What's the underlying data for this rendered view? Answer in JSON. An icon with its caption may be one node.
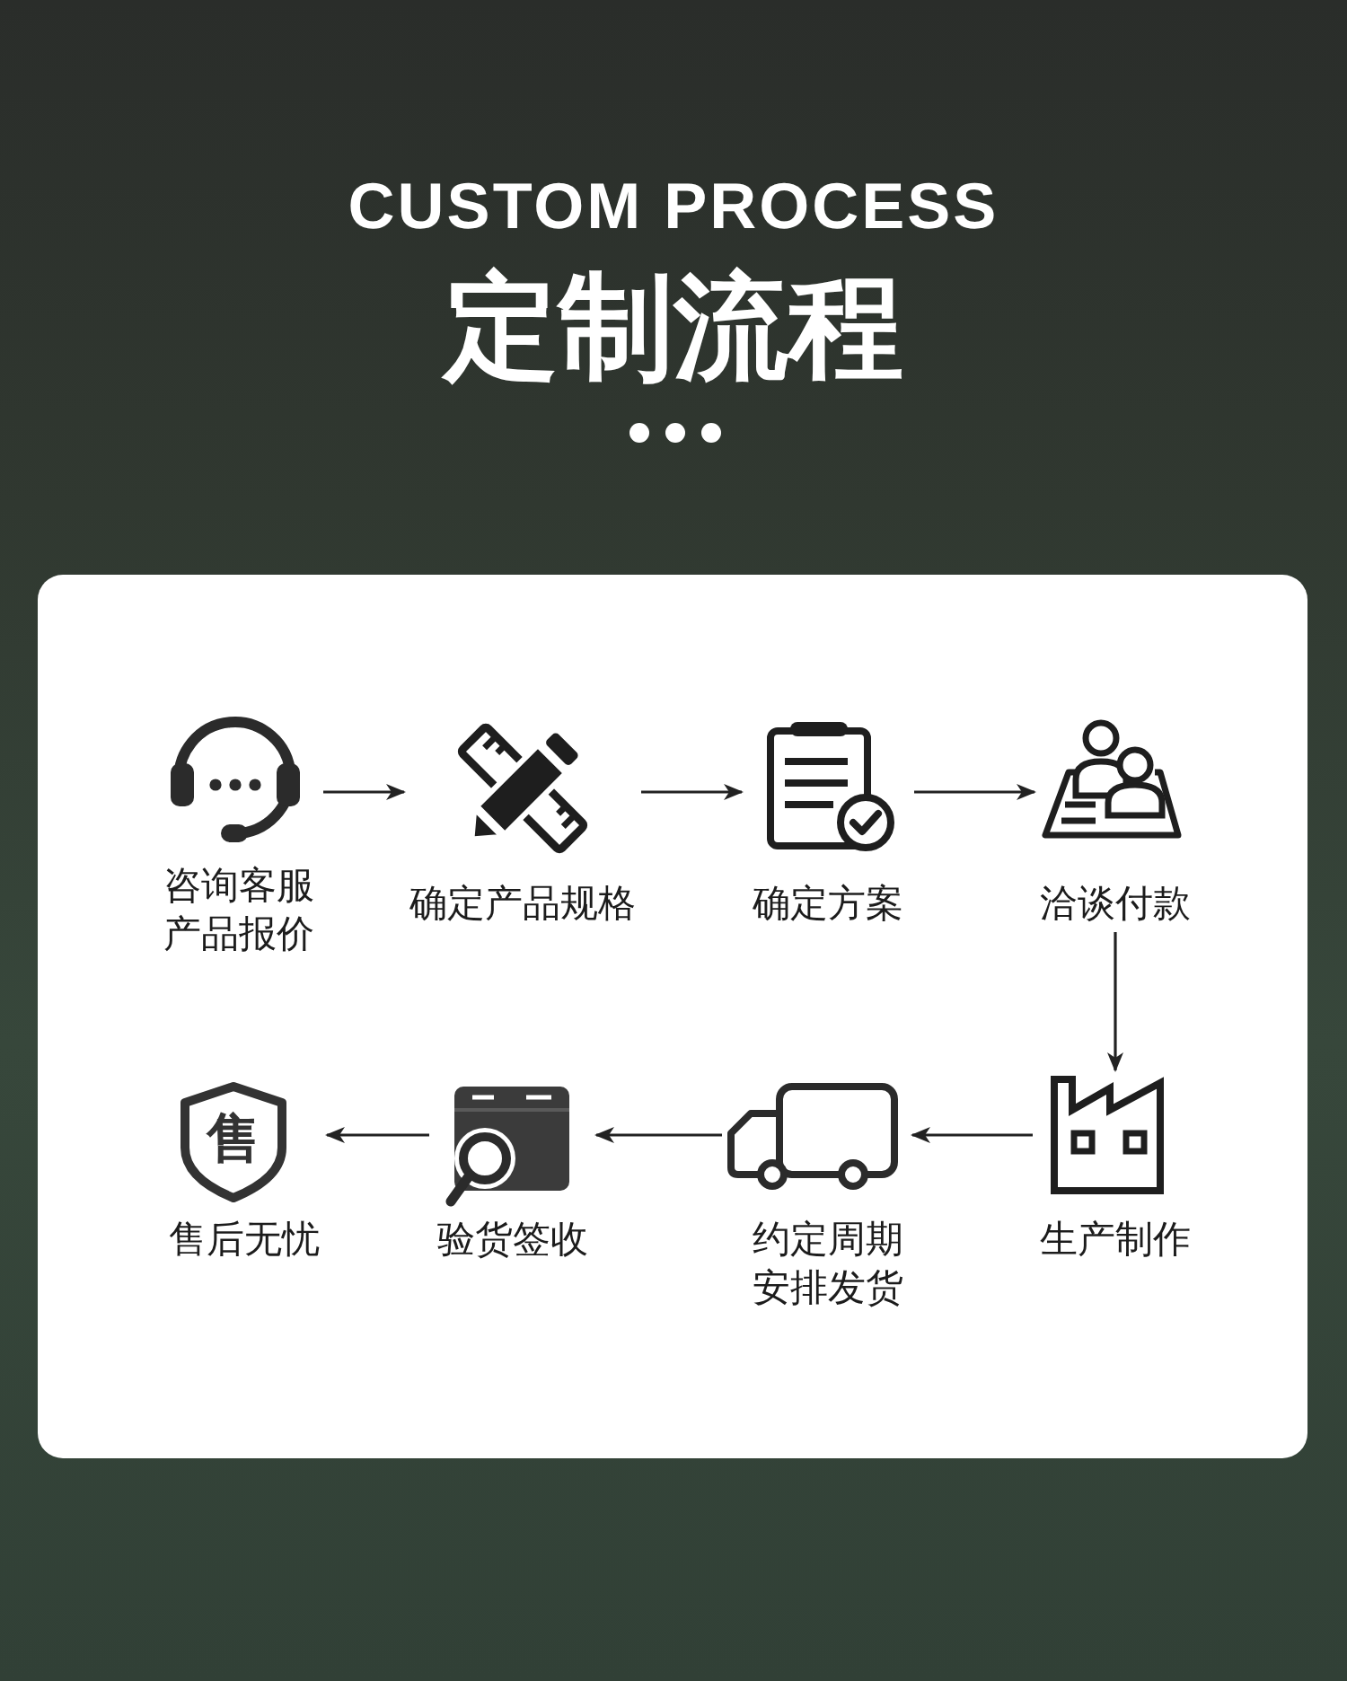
{
  "diagram": {
    "title": "定制流程",
    "labels": [
      "CUSTOM PROCESS"
    ],
    "nodes": [
      {
        "text": [
          "咨询客服产品报价"
        ]
      },
      {
        "text": [
          "确定产品规格"
        ]
      },
      {
        "text": [
          "确定方案"
        ]
      },
      {
        "text": [
          "洽谈付款"
        ]
      },
      {
        "text": [
          "生产制作"
        ]
      },
      {
        "text": [
          "约定周期安排发货"
        ]
      },
      {
        "text": [
          "验货签收"
        ]
      },
      {
        "text": [
          "售",
          "售后无忧"
        ]
      }
    ],
    "edges": [
      {
        "from": 0,
        "to": 1,
        "arrow": "to"
      },
      {
        "from": 1,
        "to": 2,
        "arrow": "to"
      },
      {
        "from": 2,
        "to": 3,
        "arrow": "to"
      },
      {
        "from": 3,
        "to": 4,
        "arrow": "to"
      },
      {
        "from": 4,
        "to": 5,
        "arrow": "to"
      },
      {
        "from": 5,
        "to": 6,
        "arrow": "to"
      },
      {
        "from": 6,
        "to": 7,
        "arrow": "to"
      }
    ]
  }
}
